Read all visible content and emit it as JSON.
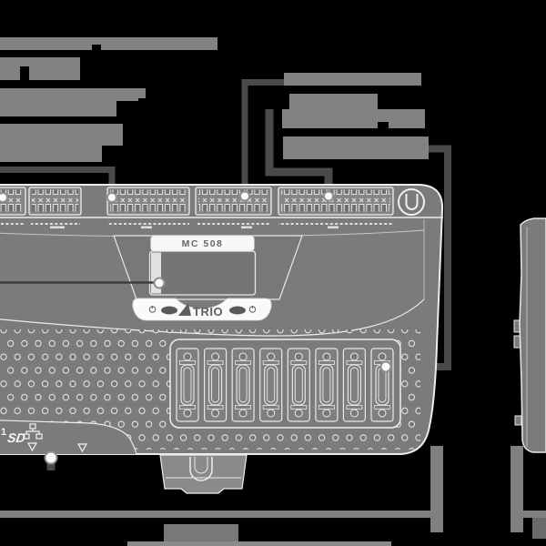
{
  "diagram": {
    "type": "hardware-callout-diagram",
    "views": [
      "front-view",
      "side-view"
    ],
    "labels_redacted": true,
    "redacted_label_blocks": 9
  },
  "device": {
    "model": "MC 508",
    "brand": "TRIO",
    "port_number_label": "1",
    "sd_label": "SD"
  },
  "counts": {
    "terminal_groups": 5,
    "connectors": 8,
    "callout_dots": 7,
    "status_leds": 2
  },
  "icons": [
    "mounting-hole-icon",
    "power-icon",
    "ethernet-icon",
    "sd-card-icon",
    "down-arrow-icon",
    "din-clip",
    "vent-holes"
  ],
  "colors": {
    "background": "#000000",
    "device_body": "#7b7b7b",
    "device_outline": "#ededed",
    "redacted_label": "#828282",
    "callout_line": "#4a4a4a",
    "dimension_line": "#808080",
    "led": "#5a5a5a"
  }
}
